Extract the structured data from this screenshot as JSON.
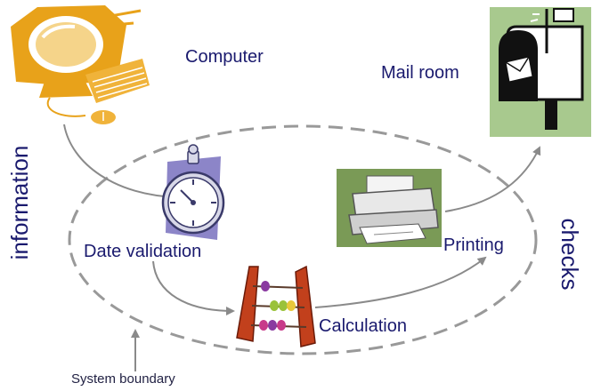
{
  "labels": {
    "computer": "Computer",
    "mail_room": "Mail room",
    "date_validation": "Date validation",
    "printing": "Printing",
    "calculation": "Calculation",
    "system_boundary": "System boundary",
    "information": "information",
    "checks": "checks"
  },
  "colors": {
    "label_text": "#1a1a6e",
    "boundary": "#999999",
    "arrows": "#8a8a8a",
    "computer_icon": "#e8a21a",
    "stopwatch_bg": "#8c85c8",
    "printer_bg": "#7a9a56",
    "mailbox_bg": "#a8c98e",
    "abacus_wood": "#c2401c"
  },
  "icons": [
    "computer-icon",
    "stopwatch-icon",
    "abacus-icon",
    "printer-icon",
    "mailbox-icon"
  ]
}
